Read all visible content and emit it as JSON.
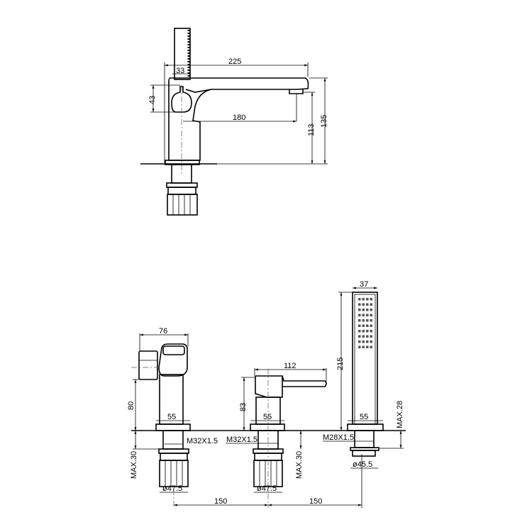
{
  "side_view": {
    "dims": {
      "overall_length": "225",
      "handle_offset": "33",
      "handle_height": "43",
      "spout_reach": "180",
      "spout_height": "113",
      "total_height": "135"
    }
  },
  "front_view": {
    "left_unit": {
      "width": "76",
      "height": "80",
      "base": "55",
      "thread": "M32X1.5",
      "max_thickness": "MAX.30",
      "nut_diameter": "ø47.5"
    },
    "middle_unit": {
      "lever": "112",
      "height": "83",
      "base": "55",
      "thread": "M32X1.5",
      "max_thickness": "MAX.30",
      "nut_diameter": "ø47.5"
    },
    "right_unit": {
      "width": "37",
      "height": "215",
      "base": "55",
      "thread": "M28X1.5",
      "max_thickness": "MAX.28",
      "nut_diameter": "ø45.5"
    },
    "spacing": [
      "150",
      "150"
    ]
  }
}
